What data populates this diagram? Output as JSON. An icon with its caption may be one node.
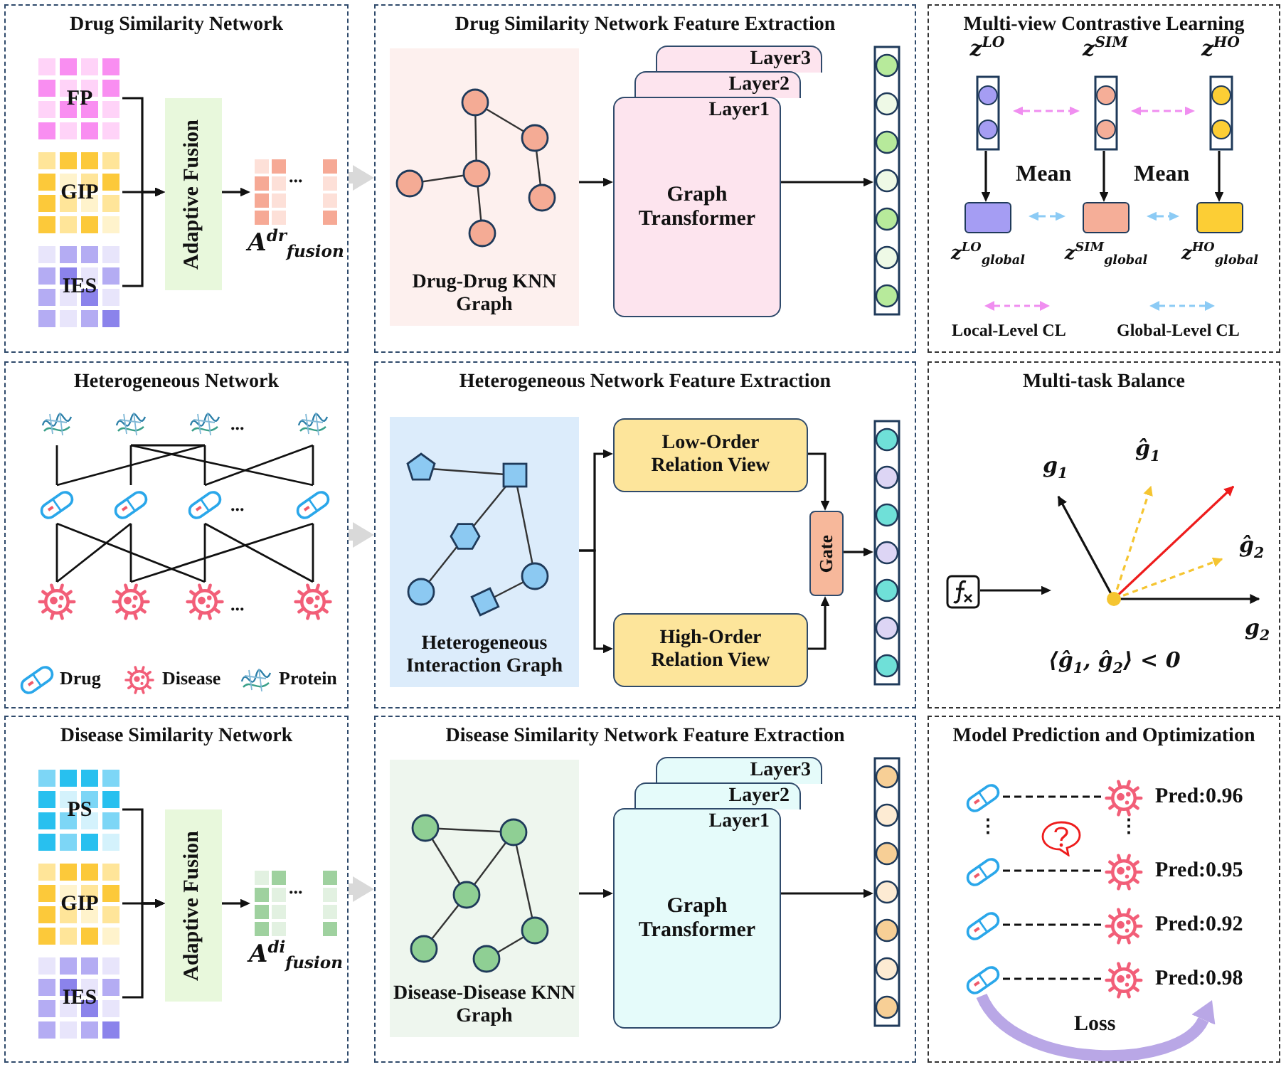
{
  "diagram": {
    "nodes": [
      {
        "text": [
          "Drug Similarity Network"
        ]
      },
      {
        "text": [
          "FP"
        ],
        "in": 0
      },
      {
        "text": [
          "GIP"
        ],
        "in": 0
      },
      {
        "text": [
          "IES"
        ],
        "in": 0
      },
      {
        "text": [
          "Adaptive Fusion"
        ],
        "in": 0
      },
      {
        "text": [
          "A$^{dr}$$_{fusion}$"
        ],
        "in": 0
      },
      {
        "text": [
          "Drug Similarity Network Feature Extraction"
        ]
      },
      {
        "text": [
          "Drug-Drug KNN Graph"
        ],
        "in": 6
      },
      {
        "text": [
          "Layer3"
        ],
        "in": 6
      },
      {
        "text": [
          "Layer2"
        ],
        "in": 6
      },
      {
        "text": [
          "Layer1",
          "Graph Transformer"
        ],
        "in": 6
      },
      {
        "text": [],
        "shape": "bar",
        "in": 6
      },
      {
        "text": [
          "Multi-view Contrastive Learning"
        ]
      },
      {
        "text": [
          "z$^{LO}$"
        ],
        "in": 12
      },
      {
        "text": [
          "z$^{SIM}$"
        ],
        "in": 12
      },
      {
        "text": [
          "z$^{HO}$"
        ],
        "in": 12
      },
      {
        "text": [],
        "shape": "box",
        "beside": [
          "z$^{LO}$$_{global}$"
        ],
        "in": 12
      },
      {
        "text": [],
        "shape": "box",
        "beside": [
          "z$^{SIM}$$_{global}$"
        ],
        "in": 12
      },
      {
        "text": [],
        "shape": "box",
        "beside": [
          "z$^{HO}$$_{global}$"
        ],
        "in": 12
      },
      {
        "text": [
          "Heterogeneous Network"
        ]
      },
      {
        "text": [
          "Heterogeneous Network Feature Extraction"
        ]
      },
      {
        "text": [
          "Heterogeneous Interaction Graph"
        ],
        "in": 20
      },
      {
        "text": [
          "Low-Order Relation View"
        ],
        "in": 20
      },
      {
        "text": [
          "High-Order Relation View"
        ],
        "in": 20
      },
      {
        "text": [
          "Gate"
        ],
        "in": 20
      },
      {
        "text": [],
        "shape": "bar",
        "in": 20
      },
      {
        "text": [
          "Multi-task Balance"
        ]
      },
      {
        "text": [],
        "shape": "picture",
        "in": 26
      },
      {
        "text": [],
        "shape": "picture",
        "in": 26
      },
      {
        "text": [
          "Disease Similarity Network"
        ]
      },
      {
        "text": [
          "PS"
        ],
        "in": 29
      },
      {
        "text": [
          "GIP"
        ],
        "in": 29
      },
      {
        "text": [
          "IES"
        ],
        "in": 29
      },
      {
        "text": [
          "Adaptive Fusion"
        ],
        "in": 29
      },
      {
        "text": [
          "A$^{di}$$_{fusion}$"
        ],
        "in": 29
      },
      {
        "text": [
          "Disease Similarity Network Feature Extraction"
        ]
      },
      {
        "text": [
          "Disease-Disease KNN Graph"
        ],
        "in": 35
      },
      {
        "text": [
          "Layer3"
        ],
        "in": 35
      },
      {
        "text": [
          "Layer2"
        ],
        "in": 35
      },
      {
        "text": [
          "Layer1",
          "Graph Transformer"
        ],
        "in": 35
      },
      {
        "text": [],
        "shape": "bar",
        "in": 35
      },
      {
        "text": [
          "Model Prediction and Optimization"
        ]
      },
      {
        "text": [],
        "shape": "picture",
        "in": 41
      },
      {
        "text": [],
        "shape": "picture",
        "beside": [
          "Pred:0.96"
        ],
        "in": 41
      },
      {
        "text": [],
        "shape": "picture",
        "in": 41
      },
      {
        "text": [],
        "shape": "picture",
        "beside": [
          "Pred:0.95"
        ],
        "in": 41
      },
      {
        "text": [],
        "shape": "picture",
        "in": 41
      },
      {
        "text": [],
        "shape": "picture",
        "beside": [
          "Pred:0.92"
        ],
        "in": 41
      },
      {
        "text": [],
        "shape": "picture",
        "in": 41
      },
      {
        "text": [],
        "shape": "picture",
        "beside": [
          "Pred:0.98"
        ],
        "in": 41
      }
    ],
    "edges": [
      {
        "from": 1,
        "to": 4,
        "arrow": "to"
      },
      {
        "from": 2,
        "to": 4,
        "arrow": "to"
      },
      {
        "from": 3,
        "to": 4,
        "arrow": "to"
      },
      {
        "from": 4,
        "to": 5,
        "arrow": "to"
      },
      {
        "from": 0,
        "to": 6,
        "arrow": "to",
        "style": "thick",
        "color": "#d9d9d9"
      },
      {
        "from": 7,
        "to": 10,
        "arrow": "to"
      },
      {
        "from": 10,
        "to": 11,
        "arrow": "to"
      },
      {
        "from": 13,
        "to": 14,
        "arrow": "both",
        "style": "dashed",
        "color": "#f08ef0"
      },
      {
        "from": 14,
        "to": 15,
        "arrow": "both",
        "style": "dashed",
        "color": "#f08ef0"
      },
      {
        "from": 13,
        "to": 16,
        "arrow": "to"
      },
      {
        "from": 14,
        "to": 17,
        "arrow": "to"
      },
      {
        "from": 15,
        "to": 18,
        "arrow": "to"
      },
      {
        "from": 16,
        "to": 17,
        "arrow": "both",
        "style": "dashed",
        "color": "#8ccbf5"
      },
      {
        "from": 17,
        "to": 18,
        "arrow": "both",
        "style": "dashed",
        "color": "#8ccbf5"
      },
      {
        "from": 19,
        "to": 20,
        "arrow": "to",
        "style": "thick",
        "color": "#d9d9d9"
      },
      {
        "from": 21,
        "to": 22,
        "arrow": "to"
      },
      {
        "from": 21,
        "to": 23,
        "arrow": "to"
      },
      {
        "from": 22,
        "to": 24,
        "arrow": "to"
      },
      {
        "from": 23,
        "to": 24,
        "arrow": "to"
      },
      {
        "from": 24,
        "to": 25,
        "arrow": "to"
      },
      {
        "from": 27,
        "to": 28,
        "arrow": "to"
      },
      {
        "from": 30,
        "to": 33,
        "arrow": "to"
      },
      {
        "from": 31,
        "to": 33,
        "arrow": "to"
      },
      {
        "from": 32,
        "to": 33,
        "arrow": "to"
      },
      {
        "from": 33,
        "to": 34,
        "arrow": "to"
      },
      {
        "from": 29,
        "to": 35,
        "arrow": "to",
        "style": "thick",
        "color": "#d9d9d9"
      },
      {
        "from": 36,
        "to": 39,
        "arrow": "to"
      },
      {
        "from": 39,
        "to": 40,
        "arrow": "to"
      },
      {
        "from": 42,
        "to": 43,
        "arrow": "none",
        "style": "dashed"
      },
      {
        "from": 44,
        "to": 45,
        "arrow": "none",
        "style": "dashed"
      },
      {
        "from": 46,
        "to": 47,
        "arrow": "none",
        "style": "dashed"
      },
      {
        "from": 48,
        "to": 49,
        "arrow": "none",
        "style": "dashed"
      },
      {
        "from": 48,
        "to": 49,
        "arrow": "to",
        "label": "Loss",
        "style": "thick",
        "color": "#b9a7e6"
      }
    ],
    "labels": [
      "...",
      "Mean",
      "Mean",
      "...",
      "...",
      "...",
      "g$_{1}$",
      "ĝ$_{1}$",
      "ĝ$_{2}$",
      "g$_{2}$",
      "⟨ĝ$_{1}$, ĝ$_{2}$⟩ < 0",
      "...",
      "⋮",
      "⋮"
    ],
    "legend": [
      {
        "text": "Local-Level CL"
      },
      {
        "text": "Global-Level CL"
      },
      {
        "text": "Drug"
      },
      {
        "text": "Disease"
      },
      {
        "text": "Protein"
      }
    ]
  }
}
